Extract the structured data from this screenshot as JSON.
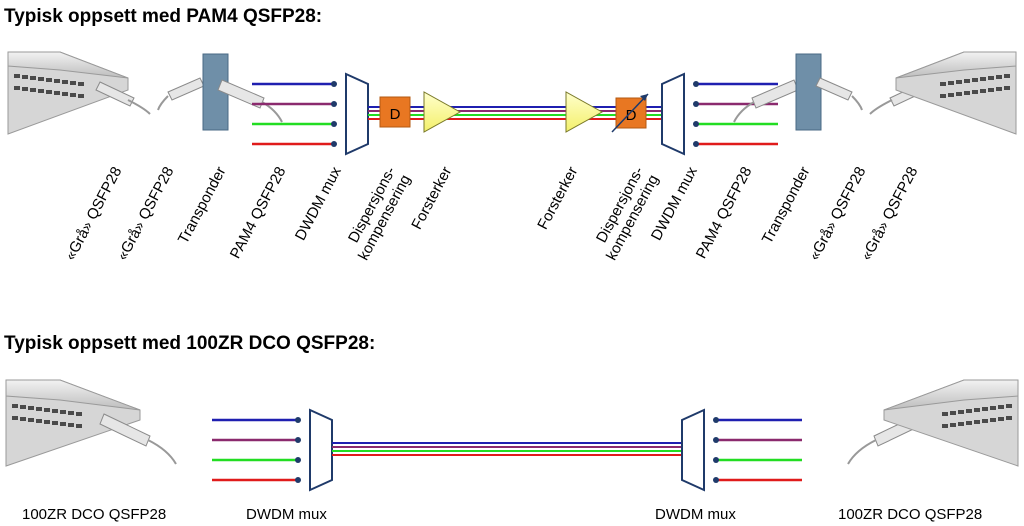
{
  "titles": {
    "pam4": "Typisk oppsett med PAM4 QSFP28:",
    "zr": "Typisk oppsett med 100ZR DCO QSFP28:"
  },
  "pam4_labels_left": {
    "grey1": "«Grå» QSFP28",
    "grey2": "«Grå» QSFP28",
    "transponder": "Transponder",
    "pam4": "PAM4 QSFP28",
    "mux": "DWDM mux",
    "disp_line1": "Dispersjons-",
    "disp_line2": "kompensering",
    "amp": "Forsterker"
  },
  "pam4_labels_right": {
    "amp": "Forsterker",
    "disp_line1": "Dispersjons-",
    "disp_line2": "kompensering",
    "mux": "DWDM mux",
    "pam4": "PAM4 QSFP28",
    "transponder": "Transponder",
    "grey1": "«Grå» QSFP28",
    "grey2": "«Grå» QSFP28"
  },
  "dispersion_box_label": "D",
  "zr_labels": {
    "left_module": "100ZR DCO QSFP28",
    "left_mux": "DWDM mux",
    "right_mux": "DWDM mux",
    "right_module": "100ZR DCO QSFP28"
  },
  "colors": {
    "wavelengths": [
      "#1f1fb0",
      "#8b2a6e",
      "#22dd22",
      "#e01b1b"
    ],
    "dispersion_box": "#e87722",
    "amplifier": "#ffff99",
    "transponder": "#6f8fa8",
    "switch_body": "#c9c9c9"
  }
}
